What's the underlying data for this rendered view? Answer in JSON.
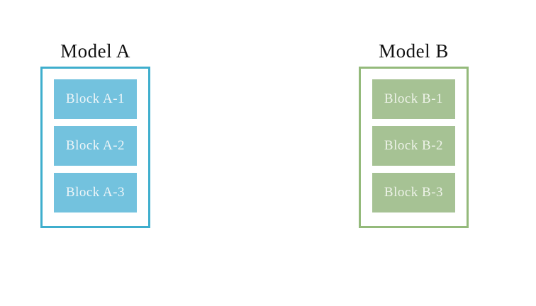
{
  "canvas_background": "#ffffff",
  "title_color": "#111111",
  "models": [
    {
      "title": "Model A",
      "border_color": "#3faecd",
      "block_fill": "#73c2de",
      "block_text_color": "#eef5f8",
      "blocks": [
        {
          "label": "Block A-1"
        },
        {
          "label": "Block A-2"
        },
        {
          "label": "Block A-3"
        }
      ]
    },
    {
      "title": "Model B",
      "border_color": "#94ba7b",
      "block_fill": "#a6c294",
      "block_text_color": "#eef3e9",
      "blocks": [
        {
          "label": "Block B-1"
        },
        {
          "label": "Block B-2"
        },
        {
          "label": "Block B-3"
        }
      ]
    }
  ]
}
